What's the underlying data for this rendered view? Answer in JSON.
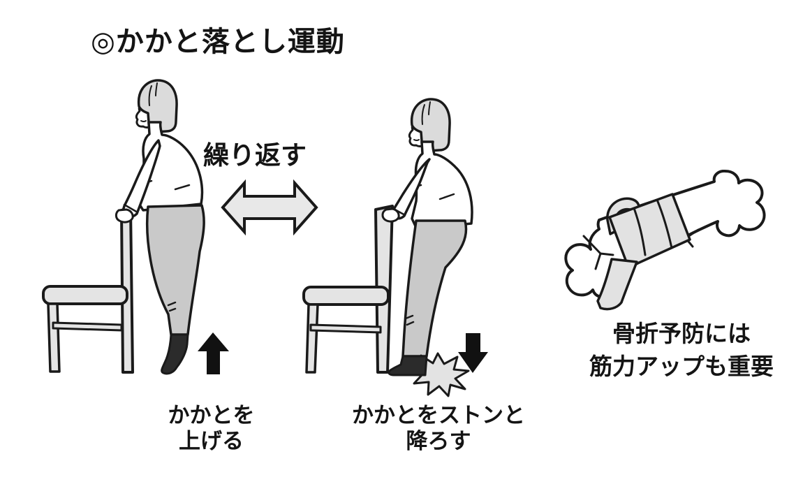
{
  "title": "◎かかと落とし運動",
  "repeat": {
    "label": "繰り返す",
    "arrow_icon": "double-horizontal-arrow"
  },
  "steps": {
    "left": {
      "caption_line1": "かかとを",
      "caption_line2": "上げる",
      "arrow_icon": "up-arrow",
      "figure": "woman-holding-chair-heels-raised"
    },
    "right": {
      "caption_line1": "かかとをストンと",
      "caption_line2": "降ろす",
      "arrow_icon": "down-arrow",
      "impact_icon": "impact-star",
      "figure": "woman-holding-chair-heels-dropped"
    }
  },
  "note": {
    "line1": "骨折予防には",
    "line2": "筋力アップも重要",
    "icon": "bandaged-bone"
  },
  "colors": {
    "background": "#ffffff",
    "line": "#1a1a1a",
    "arrow_fill": "#e8e8e8",
    "chair_fill": "#e4e4e4",
    "hair_fill": "#dbdbdb",
    "pants_fill": "#c9c9c9",
    "sock_fill": "#2b2b2b",
    "star_fill": "#e3e3e3",
    "black_arrow": "#111111"
  }
}
